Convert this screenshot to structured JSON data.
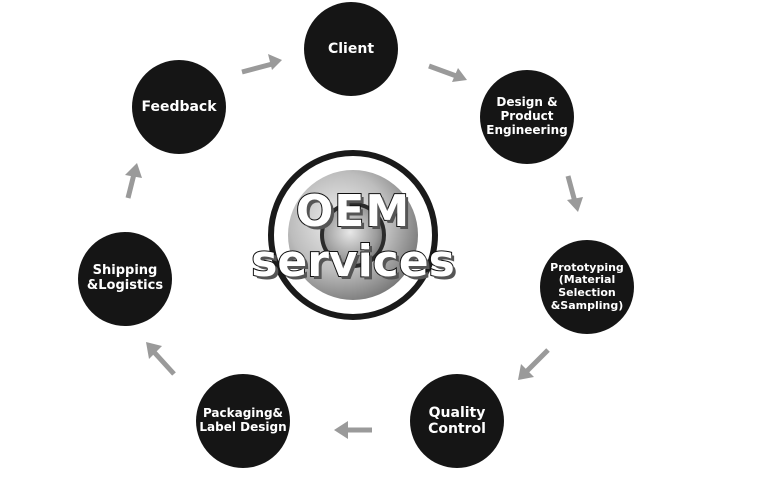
{
  "center": {
    "line1": "OEM",
    "line2": "services"
  },
  "nodes": {
    "client": "Client",
    "design": "Design &\nProduct\nEngineering",
    "prototyping": "Prototyping\n(Material\nSelection\n&Sampling)",
    "quality": "Quality\nControl",
    "packaging": "Packaging&\nLabel Design",
    "shipping": "Shipping\n&Logistics",
    "feedback": "Feedback"
  },
  "colors": {
    "node_fill": "#151515",
    "node_text": "#ffffff",
    "arrow": "#9a9a9a"
  }
}
